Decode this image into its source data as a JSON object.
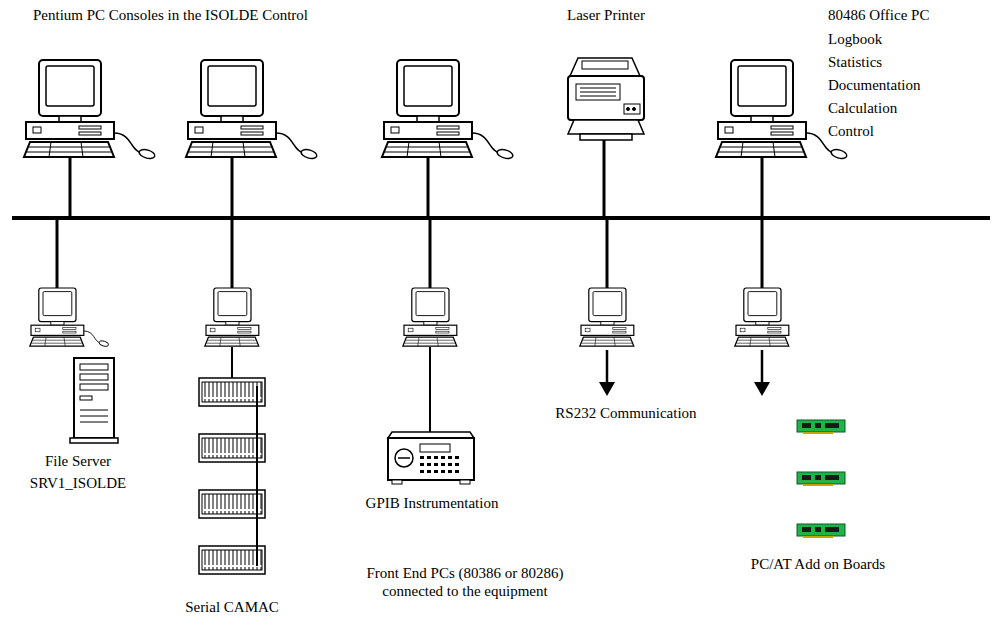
{
  "diagram": {
    "labels": [
      "Pentium PC Consoles in the ISOLDE Control",
      "Laser Printer",
      "80486 Office PC",
      "Logbook",
      "Statistics",
      "Documentation",
      "Calculation",
      "Control",
      "File Server",
      "SRV1_ISOLDE",
      "Serial CAMAC",
      "GPIB Instrumentation",
      "RS232 Communication",
      "PC/AT Add on Boards",
      "Front End PCs (80386 or 80286) connected to the equipment"
    ]
  }
}
